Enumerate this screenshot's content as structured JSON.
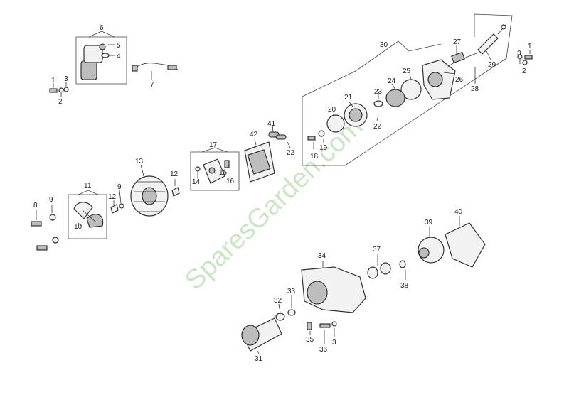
{
  "watermark": "SparesGarden.com",
  "callouts": {
    "c1a": "1",
    "c2a": "2",
    "c3a": "3",
    "c4": "4",
    "c5": "5",
    "c6": "6",
    "c7": "7",
    "c1b": "1",
    "c2b": "2",
    "c3b": "3",
    "c8": "8",
    "c9": "9",
    "c10": "10",
    "c11": "11",
    "c12a": "12",
    "c12b": "12",
    "c9b": "9",
    "c13": "13",
    "c14": "14",
    "c15": "15",
    "c16": "16",
    "c17": "17",
    "c18": "18",
    "c19": "19",
    "c20": "20",
    "c21": "21",
    "c22a": "22",
    "c22b": "22",
    "c23": "23",
    "c24": "24",
    "c25": "25",
    "c26": "26",
    "c27": "27",
    "c28": "28",
    "c29": "29",
    "c30": "30",
    "c31": "31",
    "c32": "32",
    "c33": "33",
    "c34": "34",
    "c35": "35",
    "c36": "36",
    "c3c": "3",
    "c37": "37",
    "c38": "38",
    "c39": "39",
    "c40": "40",
    "c41": "41",
    "c42": "42"
  }
}
